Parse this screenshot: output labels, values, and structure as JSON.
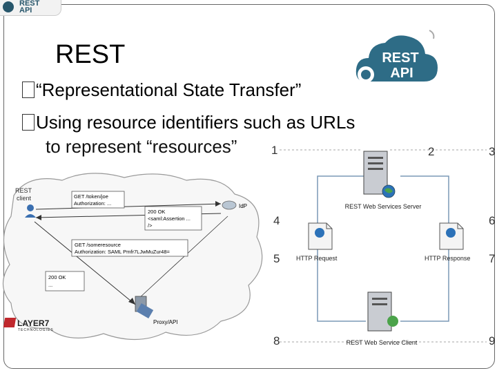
{
  "corner_logo": {
    "text_line1": "REST",
    "text_line2": "API"
  },
  "slide": {
    "title": "REST",
    "bullets": [
      "“Representational State Transfer”",
      "Using resource identifiers such as URLs"
    ],
    "bullet_continuation": "to represent “resources”"
  },
  "badge": {
    "line1": "REST",
    "line2": "API"
  },
  "left_diagram": {
    "client_label_1": "REST",
    "client_label_2": "client",
    "box1_line1": "GET /token/joe",
    "box1_line2": "Authorization: ...",
    "box2_line1": "200 OK",
    "box2_line2": "<saml:Assertion ...",
    "box2_line3": "/>",
    "idp_label": "IdP",
    "box3_line1": "GET /someresource",
    "box3_line2": "Authorization: SAML Pmfr7LJwMuZur48=",
    "box4_line1": "200 OK",
    "box4_line2": "...",
    "proxy_label": "Proxy/API",
    "logo_text": "LAYER7",
    "logo_sub": "TECHNOLOGIES"
  },
  "right_diagram": {
    "numbers": [
      "1",
      "2",
      "3",
      "4",
      "5",
      "6",
      "7",
      "8",
      "9"
    ],
    "server_label": "REST Web Services Server",
    "request_label": "HTTP Request",
    "response_label": "HTTP Response",
    "client_label": "REST Web Service Client"
  }
}
